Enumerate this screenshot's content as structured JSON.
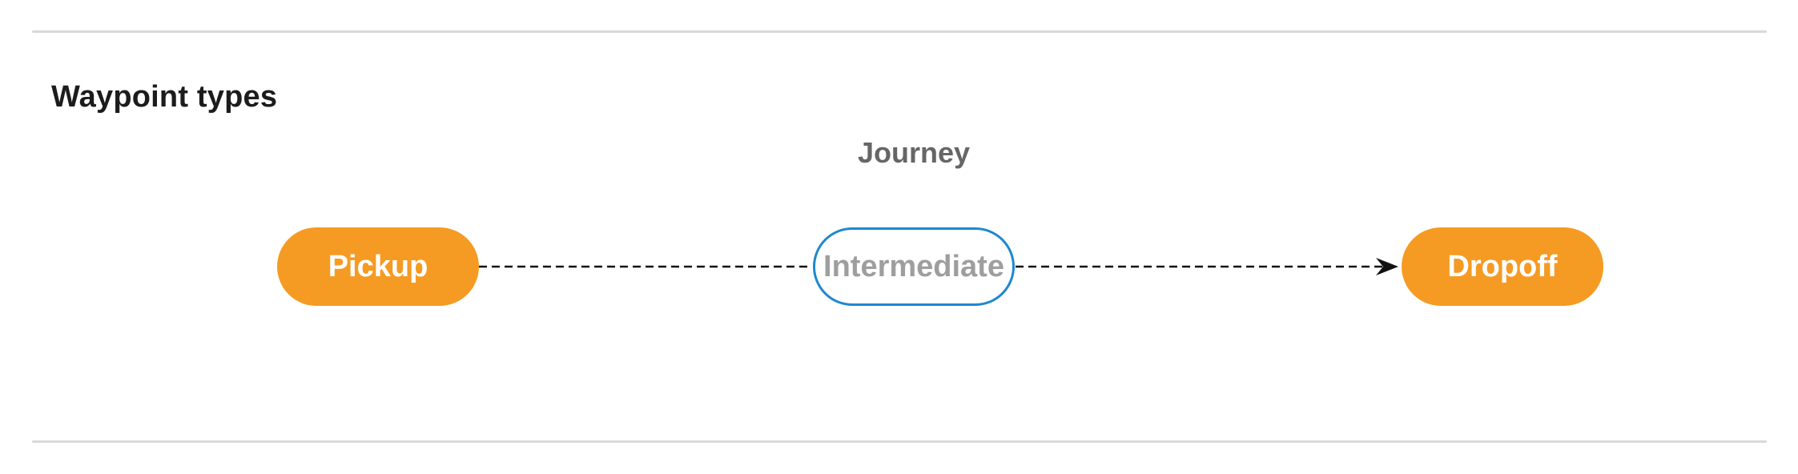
{
  "heading": {
    "title": "Waypoint types"
  },
  "diagram": {
    "caption": "Journey",
    "nodes": [
      {
        "id": "pickup",
        "label": "Pickup",
        "style": "filled"
      },
      {
        "id": "intermediate",
        "label": "Intermediate",
        "style": "outlined"
      },
      {
        "id": "dropoff",
        "label": "Dropoff",
        "style": "filled"
      }
    ],
    "connectors": [
      {
        "from": "pickup",
        "to": "intermediate",
        "style": "dashed",
        "arrow": false
      },
      {
        "from": "intermediate",
        "to": "dropoff",
        "style": "dashed",
        "arrow": true
      }
    ],
    "colors": {
      "node_fill": "#f59b23",
      "node_fill_text": "#ffffff",
      "node_outline": "#1e88d0",
      "node_outline_text": "#9e9e9e",
      "caption_text": "#666666",
      "heading_text": "#1c1c1c",
      "connector": "#111111",
      "divider": "#d9d9d9"
    }
  }
}
